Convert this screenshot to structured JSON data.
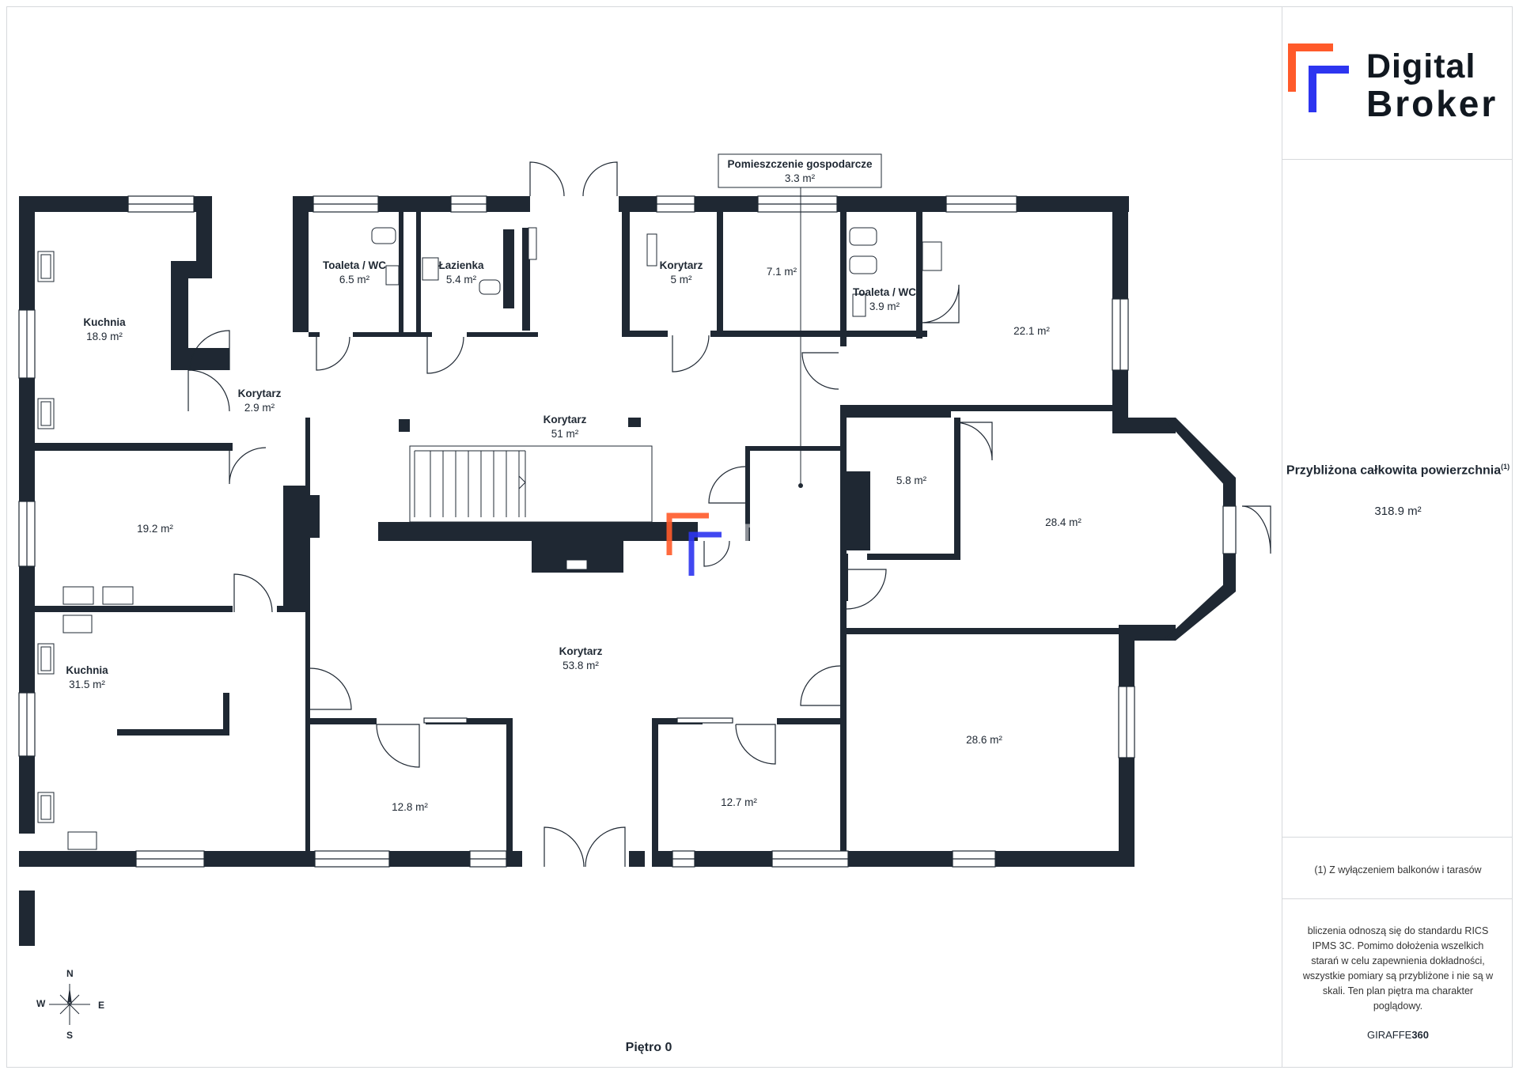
{
  "brand": {
    "line1": "Digital",
    "line2": "Broker",
    "accent_orange": "#ff5a2a",
    "accent_blue": "#2d35f0"
  },
  "sidebar": {
    "total_label": "Przybliżona całkowita powierzchnia",
    "total_label_superscript": "(1)",
    "total_value": "318.9 m²",
    "footnote": "(1) Z wyłączeniem balkonów i tarasów",
    "disclaimer": "bliczenia odnoszą się do standardu RICS IPMS 3C. Pomimo dołożenia wszelkich starań w celu zapewnienia dokładności, wszystkie pomiary są przybliżone i nie są w skali. Ten plan piętra ma charakter poglądowy.",
    "giraffe_a": "GIRAFFE",
    "giraffe_b": "360"
  },
  "floor_label": "Piętro 0",
  "compass": {
    "n": "N",
    "s": "S",
    "e": "E",
    "w": "W"
  },
  "callout": {
    "name": "Pomieszczenie gospodarcze",
    "area": "3.3 m²"
  },
  "watermark": "Digital",
  "rooms": {
    "kuchnia_top": {
      "name": "Kuchnia",
      "area": "18.9 m²"
    },
    "toaleta_1": {
      "name": "Toaleta / WC",
      "area": "6.5 m²"
    },
    "lazienka": {
      "name": "Łazienka",
      "area": "5.4 m²"
    },
    "korytarz_small_top": {
      "name": "Korytarz",
      "area": "5 m²"
    },
    "room_71": {
      "area": "7.1 m²"
    },
    "toaleta_2": {
      "name": "Toaleta / WC",
      "area": "3.9 m²"
    },
    "room_221": {
      "area": "22.1 m²"
    },
    "korytarz_29": {
      "name": "Korytarz",
      "area": "2.9 m²"
    },
    "korytarz_51": {
      "name": "Korytarz",
      "area": "51 m²"
    },
    "room_192": {
      "area": "19.2 m²"
    },
    "room_58": {
      "area": "5.8 m²"
    },
    "room_284": {
      "area": "28.4 m²"
    },
    "kuchnia_bottom": {
      "name": "Kuchnia",
      "area": "31.5 m²"
    },
    "korytarz_538": {
      "name": "Korytarz",
      "area": "53.8 m²"
    },
    "room_286": {
      "area": "28.6 m²"
    },
    "room_128": {
      "area": "12.8 m²"
    },
    "room_127": {
      "area": "12.7 m²"
    }
  }
}
